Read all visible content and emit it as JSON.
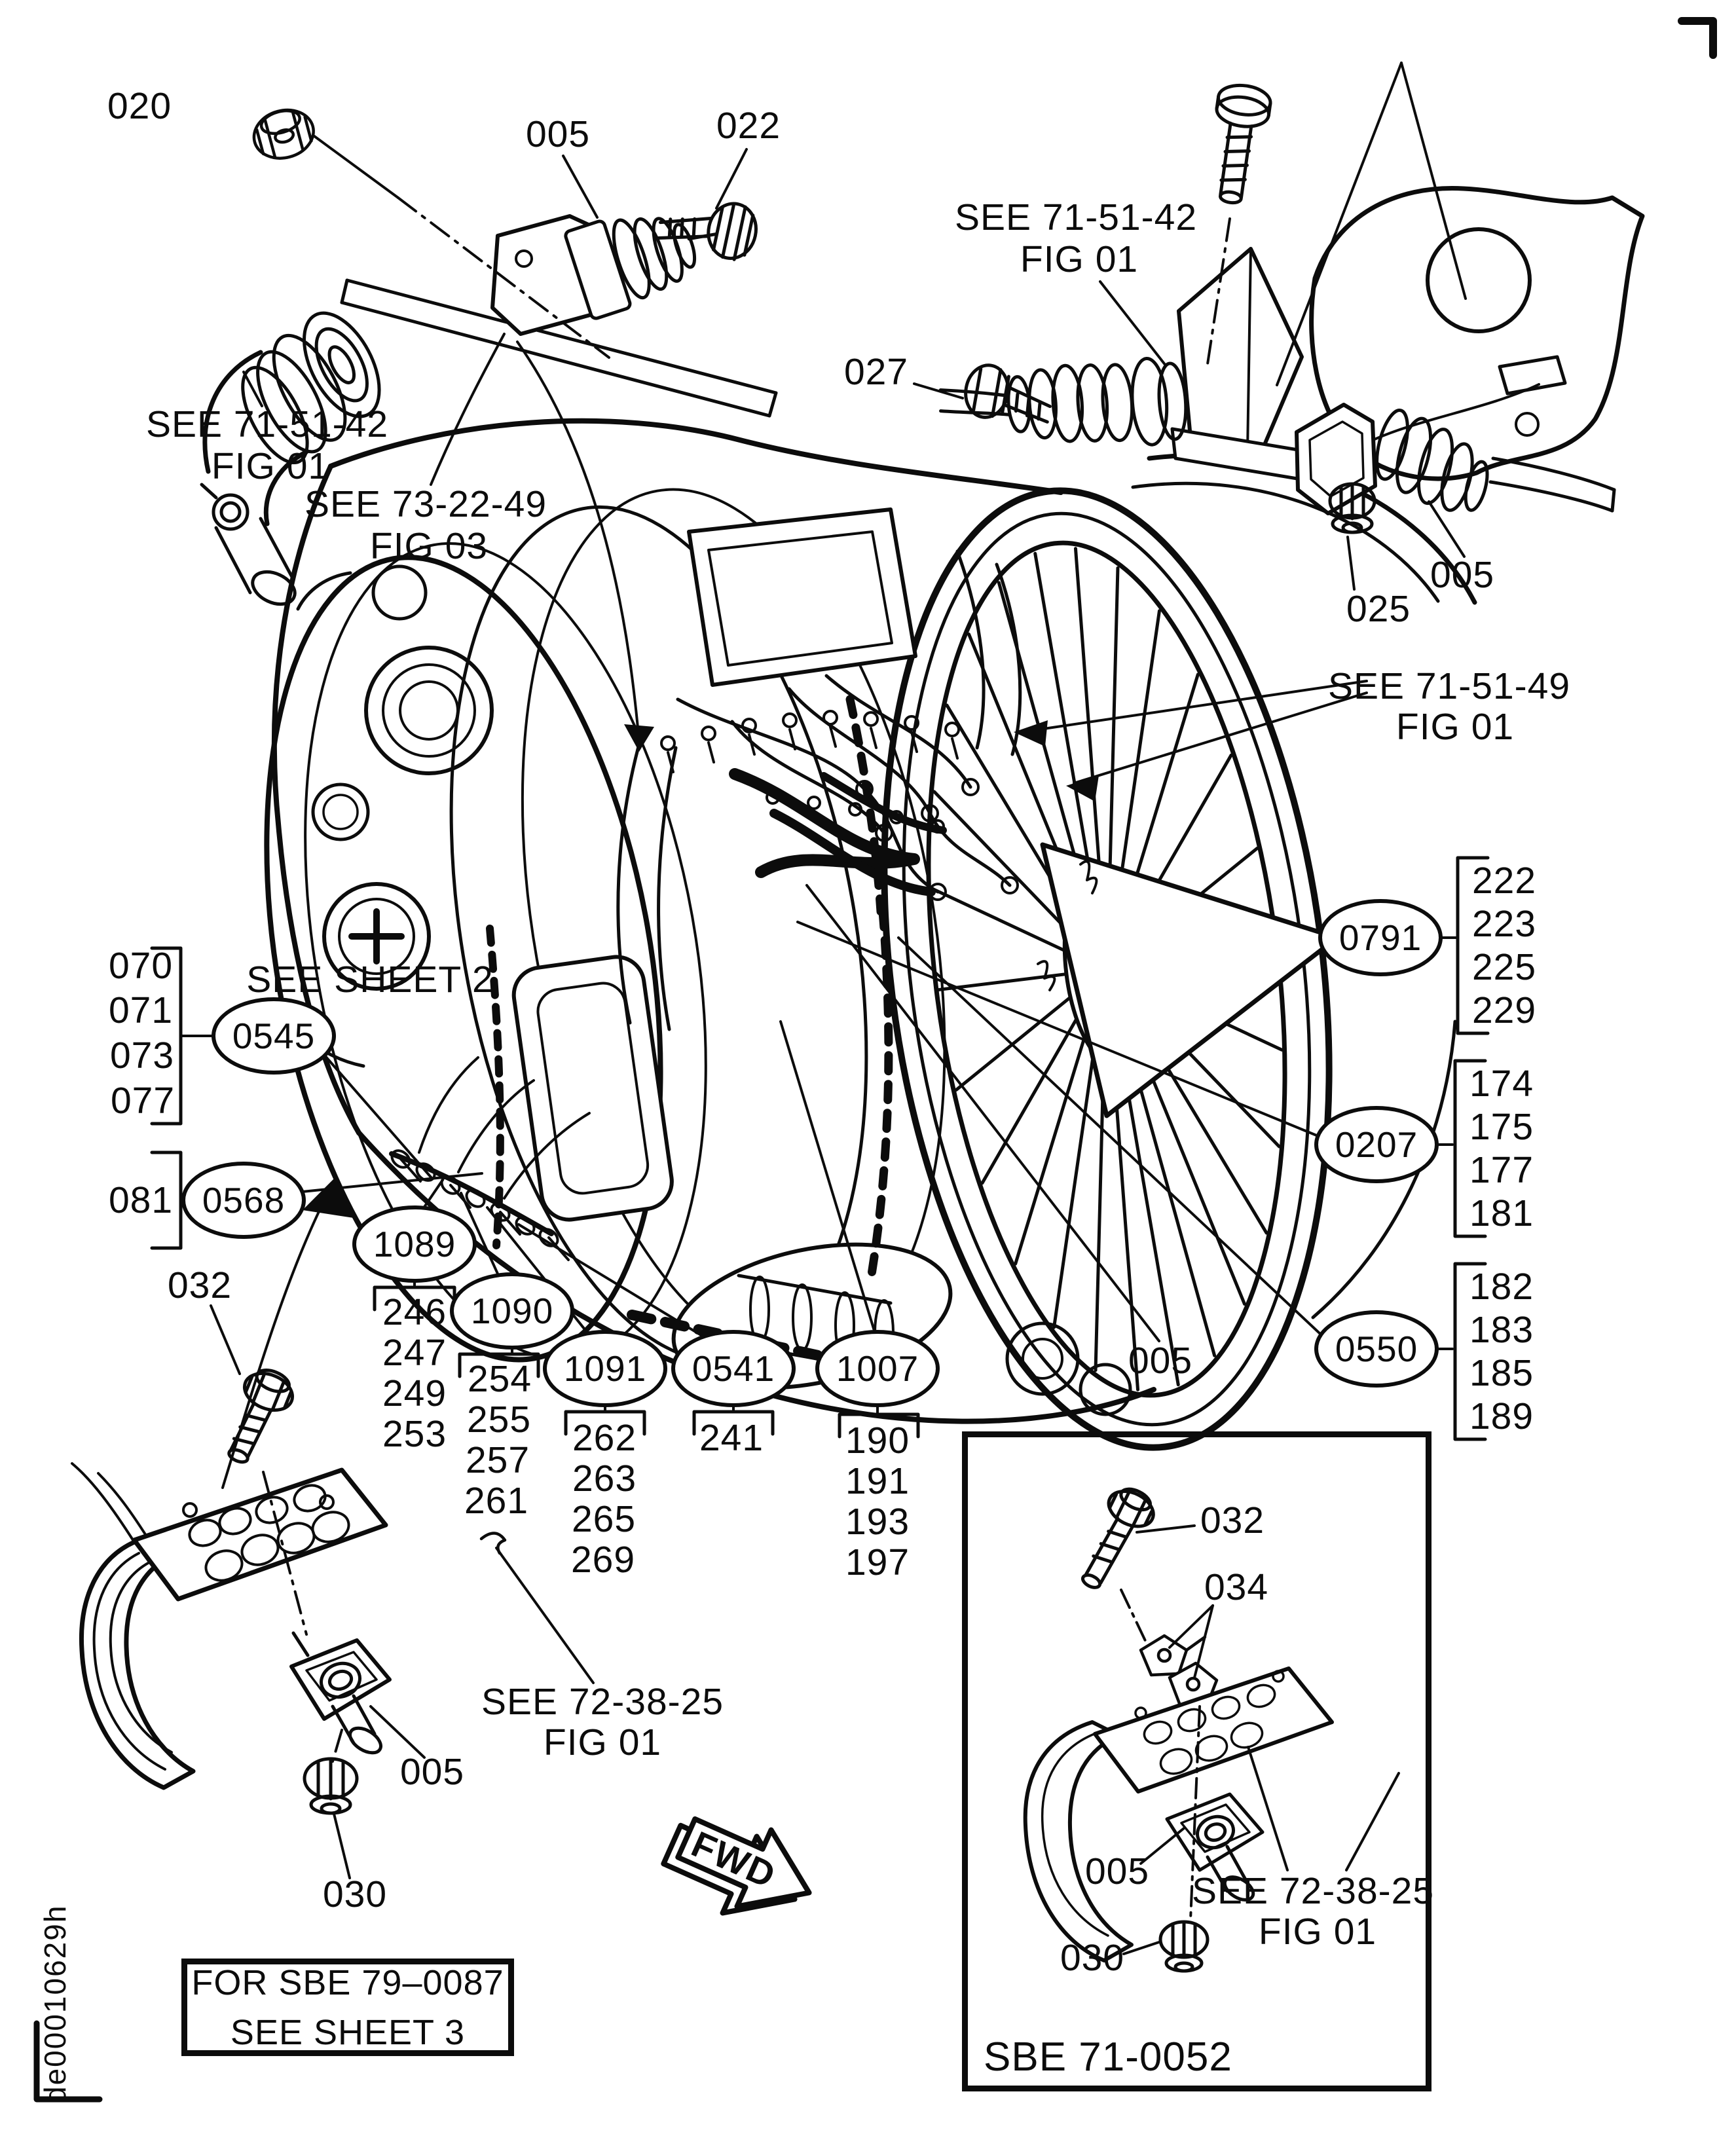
{
  "page": {
    "fwd": "FWD",
    "code": "de00010629h"
  },
  "top_left": {
    "nut": "020",
    "connector": "005",
    "bolt": "022",
    "ref1_see": "SEE 71-51-42",
    "ref1_fig": "FIG 01",
    "ref2_see": "SEE 73-22-49",
    "ref2_fig": "FIG 03"
  },
  "top_right": {
    "bolt": "027",
    "plug": "025",
    "connector": "005",
    "ref_see": "SEE 71-51-42",
    "ref_fig": "FIG 01"
  },
  "right_side": {
    "ref_see": "SEE 71-51-49",
    "ref_fig": "FIG 01",
    "connector": "005",
    "g0791": {
      "callout": "0791",
      "items": [
        "222",
        "223",
        "225",
        "229"
      ]
    },
    "g0207": {
      "callout": "0207",
      "items": [
        "174",
        "175",
        "177",
        "181"
      ]
    },
    "g0550": {
      "callout": "0550",
      "items": [
        "182",
        "183",
        "185",
        "189"
      ]
    }
  },
  "left_side": {
    "sheet_note": "SEE SHEET 2",
    "g0545": {
      "callout": "0545",
      "items": [
        "070",
        "071",
        "073",
        "077"
      ]
    },
    "g0568": {
      "callout": "0568",
      "items": [
        "081"
      ]
    }
  },
  "bottom_row": {
    "g1089": {
      "callout": "1089",
      "items": [
        "246",
        "247",
        "249",
        "253"
      ]
    },
    "g1090": {
      "callout": "1090",
      "items": [
        "254",
        "255",
        "257",
        "261"
      ]
    },
    "g1091": {
      "callout": "1091",
      "items": [
        "262",
        "263",
        "265",
        "269"
      ]
    },
    "g0541": {
      "callout": "0541",
      "items": [
        "241"
      ]
    },
    "g1007": {
      "callout": "1007",
      "items": [
        "190",
        "191",
        "193",
        "197"
      ]
    }
  },
  "bottom_left": {
    "bolt": "032",
    "connector": "005",
    "plug": "030",
    "ref_see": "SEE 72-38-25",
    "ref_fig": "FIG 01"
  },
  "note_box": {
    "line1": "FOR SBE 79–0087",
    "line2": "SEE SHEET 3"
  },
  "inset": {
    "bolt": "032",
    "clamp": "034",
    "connector": "005",
    "plug": "030",
    "ref_see": "SEE 72-38-25",
    "ref_fig": "FIG 01",
    "caption": "SBE 71-0052"
  }
}
